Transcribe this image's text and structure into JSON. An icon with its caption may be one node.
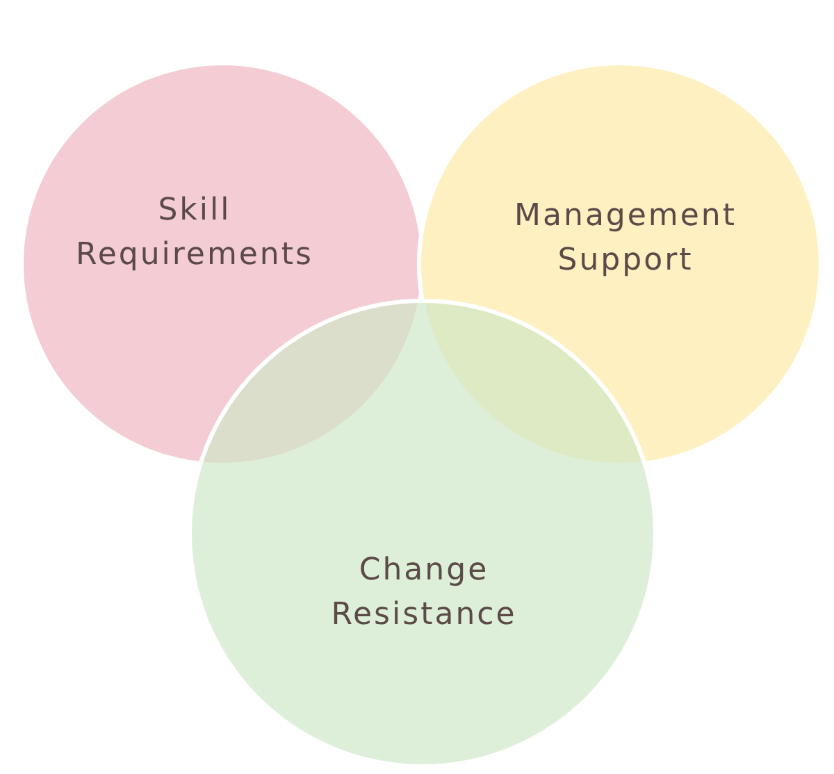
{
  "diagram": {
    "nodes": [
      {
        "text": [
          "Skill Requirements"
        ]
      },
      {
        "text": [
          "Management Support"
        ]
      },
      {
        "text": [
          "Change Resistance"
        ]
      }
    ]
  }
}
